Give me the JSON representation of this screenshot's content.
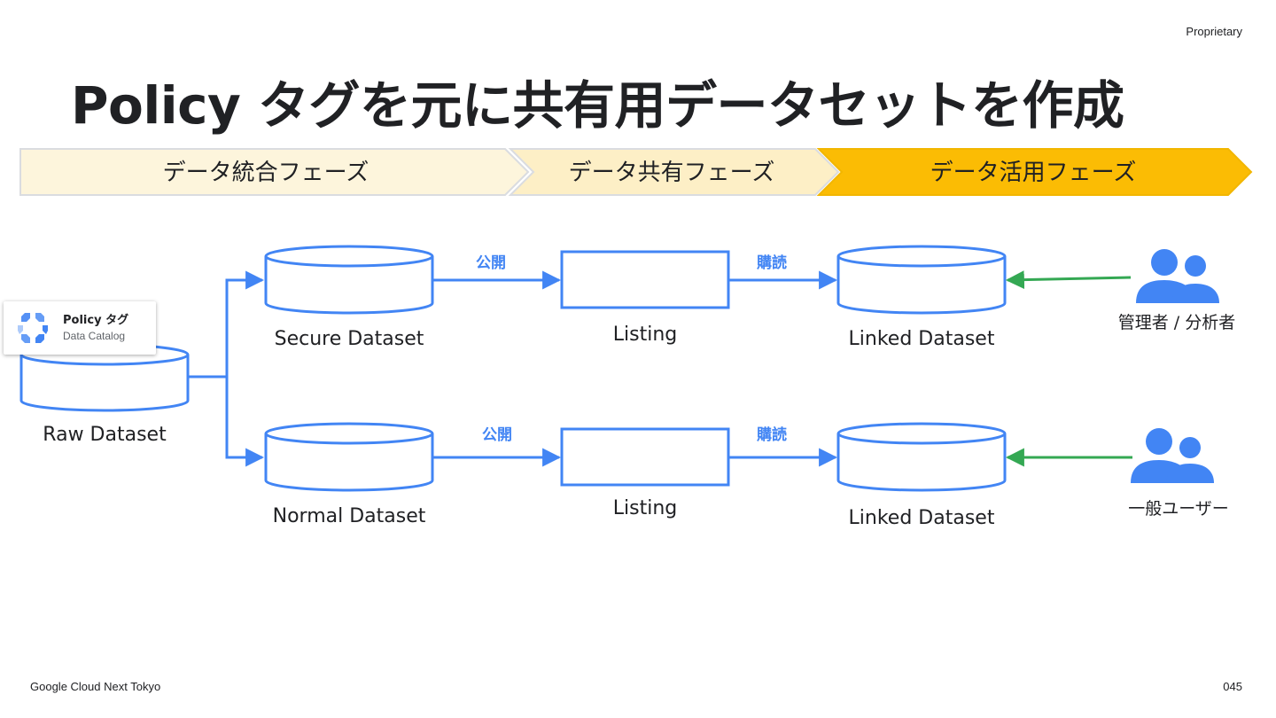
{
  "header": {
    "proprietary": "Proprietary",
    "title": "Policy タグを元に共有用データセットを作成"
  },
  "phases": [
    {
      "label": "データ統合フェーズ",
      "color": "#fdf5dc"
    },
    {
      "label": "データ共有フェーズ",
      "color": "#fdefc6"
    },
    {
      "label": "データ活用フェーズ",
      "color": "#fbbc04"
    }
  ],
  "policy_tag": {
    "title": "Policy タグ",
    "subtitle": "Data Catalog"
  },
  "nodes": {
    "raw": "Raw Dataset",
    "secure": "Secure Dataset",
    "normal": "Normal Dataset",
    "listing_top": "Listing",
    "listing_bottom": "Listing",
    "linked_top": "Linked Dataset",
    "linked_bottom": "Linked Dataset"
  },
  "edges": {
    "publish_top": "公開",
    "publish_bottom": "公開",
    "subscribe_top": "購読",
    "subscribe_bottom": "購読"
  },
  "users": {
    "admin": "管理者 / 分析者",
    "general": "一般ユーザー"
  },
  "colors": {
    "flow": "#4285f4",
    "user_arrow": "#34a853",
    "label_blue": "#4285f4"
  },
  "footer": {
    "left": "Google Cloud Next Tokyo",
    "right": "045"
  }
}
